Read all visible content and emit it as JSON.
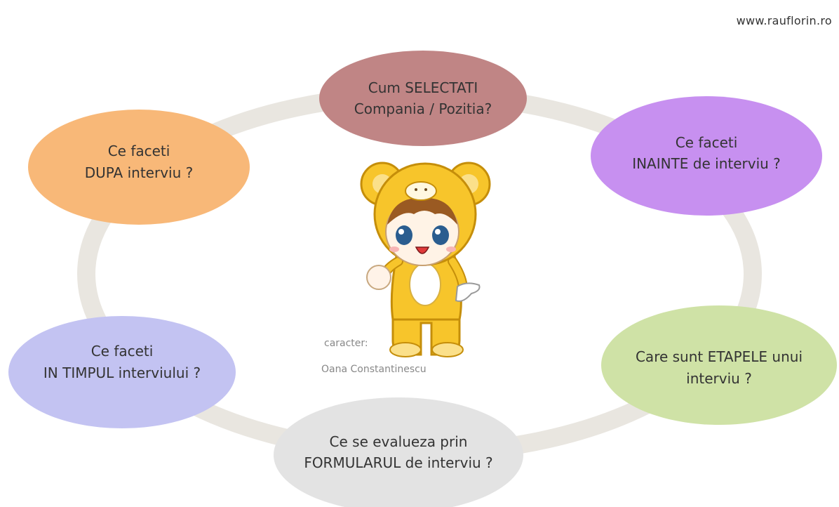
{
  "watermark": "www.rauflorin.ro",
  "ring_color": "#e9e6e0",
  "nodes": [
    {
      "id": "select",
      "lines": [
        "Cum SELECTATI",
        "Compania / Pozitia?"
      ],
      "color": "#c08585"
    },
    {
      "id": "before",
      "lines": [
        "Ce faceti",
        "INAINTE de interviu ?"
      ],
      "color": "#c790f0"
    },
    {
      "id": "stages",
      "lines": [
        "Care sunt ETAPELE unui",
        "interviu ?"
      ],
      "color": "#cfe2a6"
    },
    {
      "id": "form",
      "lines": [
        "Ce se evalueza prin",
        "FORMULARUL de interviu ?"
      ],
      "color": "#e3e3e3"
    },
    {
      "id": "during",
      "lines": [
        "Ce faceti",
        "IN TIMPUL interviului ?"
      ],
      "color": "#c3c3f2"
    },
    {
      "id": "after",
      "lines": [
        "Ce faceti",
        "DUPA interviu ?"
      ],
      "color": "#f8b878"
    }
  ],
  "character": {
    "image": "bear-costume-character",
    "credit_label": "caracter:",
    "credit_name": "Oana Constantinescu"
  }
}
